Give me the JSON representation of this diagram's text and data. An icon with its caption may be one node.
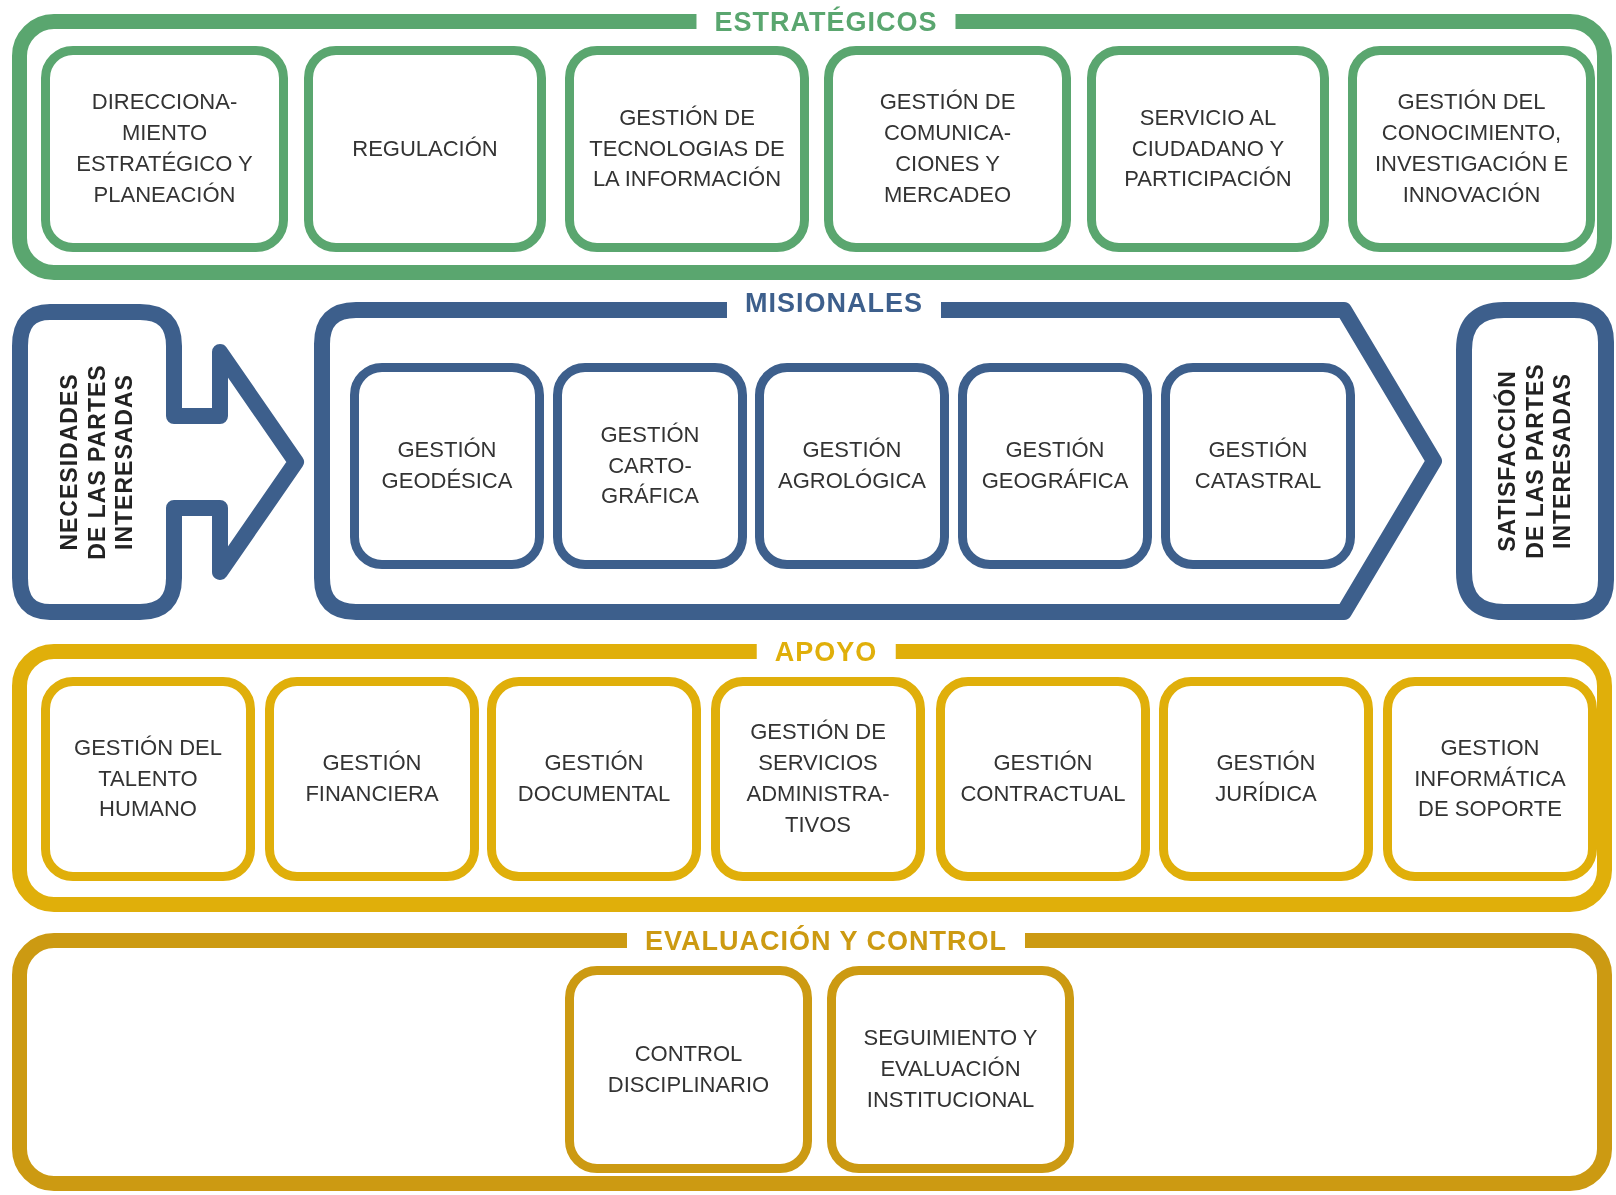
{
  "diagram": {
    "nodes": [
      {
        "text": [
          "ESTRATÉGICOS"
        ]
      },
      {
        "text": [
          "DIRECCIONA- MIENTO ESTRATÉGICO Y PLANEACIÓN"
        ],
        "in": 0
      },
      {
        "text": [
          "REGULACIÓN"
        ],
        "in": 0
      },
      {
        "text": [
          "GESTIÓN DE TECNOLOGIAS DE LA INFORMACIÓN"
        ],
        "in": 0
      },
      {
        "text": [
          "GESTIÓN DE COMUNICA- CIONES Y MERCADEO"
        ],
        "in": 0
      },
      {
        "text": [
          "SERVICIO AL CIUDADANO Y PARTICIPACIÓN"
        ],
        "in": 0
      },
      {
        "text": [
          "GESTIÓN DEL CONOCIMIENTO, INVESTIGACIÓN E INNOVACIÓN"
        ],
        "in": 0
      },
      {
        "text": [
          "NECESIDADES DE LAS PARTES INTERESADAS"
        ]
      },
      {
        "text": [
          "MISIONALES"
        ]
      },
      {
        "text": [
          "GESTIÓN GEODÉSICA"
        ],
        "in": 8
      },
      {
        "text": [
          "GESTIÓN CARTO- GRÁFICA"
        ],
        "in": 8
      },
      {
        "text": [
          "GESTIÓN AGROLÓGICA"
        ],
        "in": 8
      },
      {
        "text": [
          "GESTIÓN GEOGRÁFICA"
        ],
        "in": 8
      },
      {
        "text": [
          "GESTIÓN CATASTRAL"
        ],
        "in": 8
      },
      {
        "text": [
          "SATISFACCIÓN DE LAS PARTES INTERESADAS"
        ]
      },
      {
        "text": [
          "APOYO"
        ]
      },
      {
        "text": [
          "GESTIÓN DEL TALENTO HUMANO"
        ],
        "in": 15
      },
      {
        "text": [
          "GESTIÓN FINANCIERA"
        ],
        "in": 15
      },
      {
        "text": [
          "GESTIÓN DOCUMENTAL"
        ],
        "in": 15
      },
      {
        "text": [
          "GESTIÓN DE SERVICIOS ADMINISTRA- TIVOS"
        ],
        "in": 15
      },
      {
        "text": [
          "GESTIÓN CONTRACTUAL"
        ],
        "in": 15
      },
      {
        "text": [
          "GESTIÓN JURÍDICA"
        ],
        "in": 15
      },
      {
        "text": [
          "GESTION INFORMÁTICA DE SOPORTE"
        ],
        "in": 15
      },
      {
        "text": [
          "EVALUACIÓN Y CONTROL"
        ]
      },
      {
        "text": [
          "CONTROL DISCIPLINARIO"
        ],
        "in": 23
      },
      {
        "text": [
          "SEGUIMIENTO Y EVALUACIÓN INSTITUCIONAL"
        ],
        "in": 23
      }
    ]
  }
}
